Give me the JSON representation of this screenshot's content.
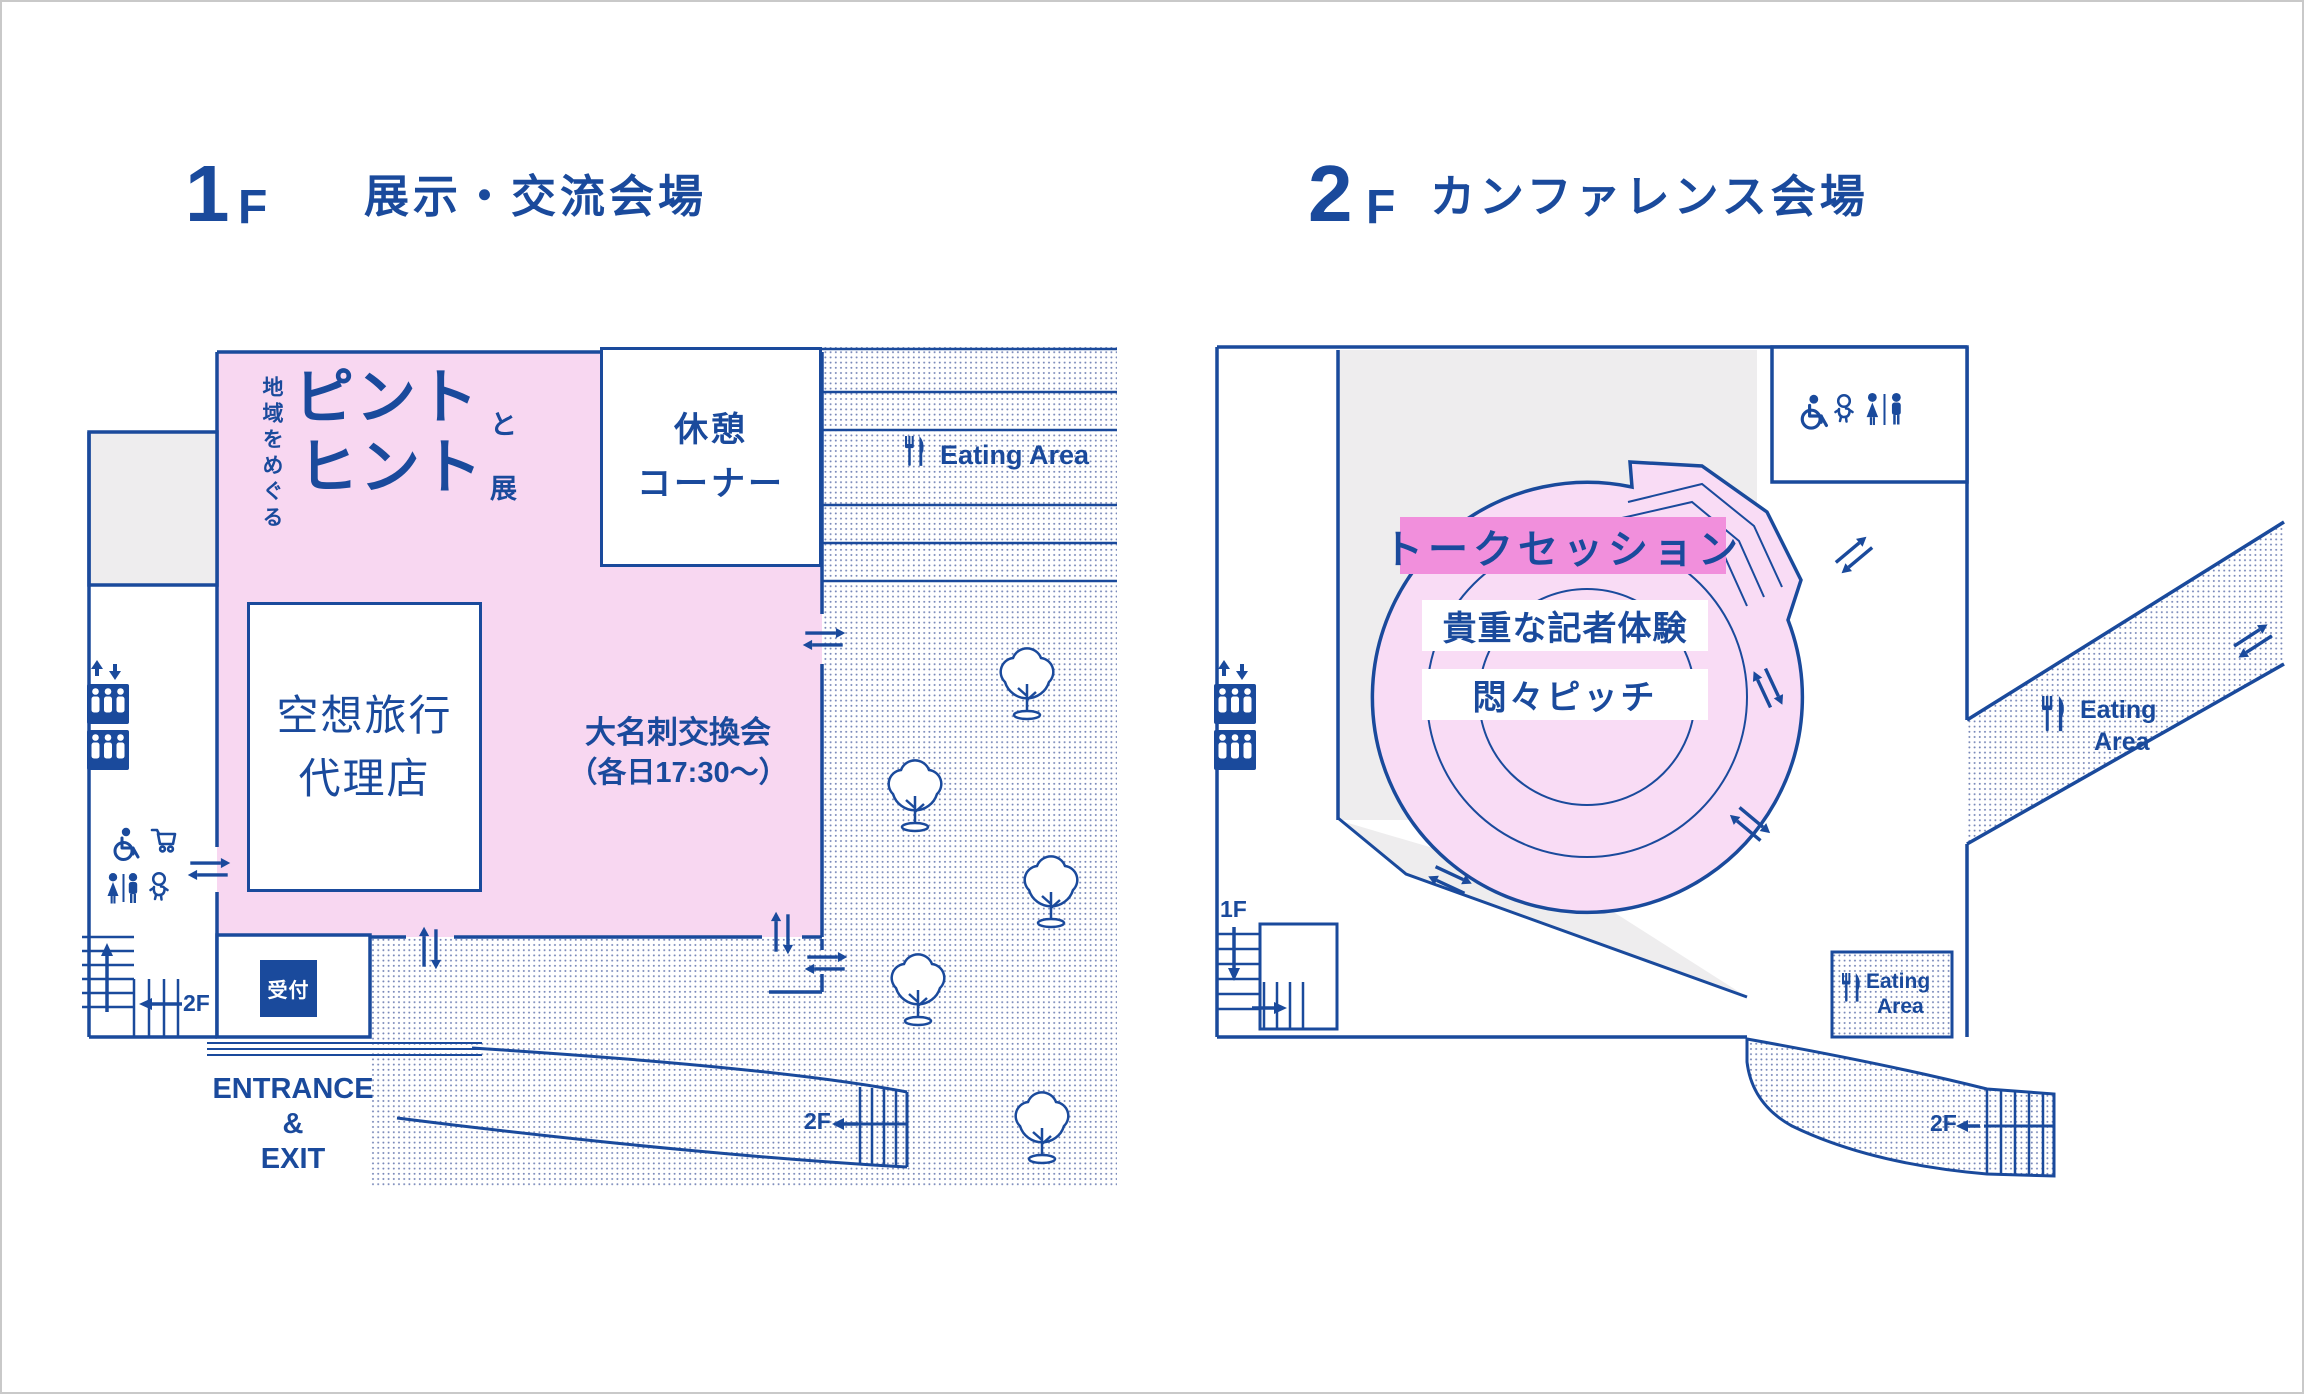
{
  "colors": {
    "blue": "#1a4a9c",
    "pink_hall": "#f8d7f1",
    "pink_arena": "#f9dcf5",
    "pink_highlight": "#f18fdc",
    "gray_zone": "#eeedee"
  },
  "floor1": {
    "number": "1",
    "suffix": "F",
    "name": "展示・交流会場",
    "logo": {
      "tagline": "地域をめぐる",
      "word1": "ピント",
      "conn": "と",
      "word2": "ヒント",
      "suffix": "展"
    },
    "rest_corner": {
      "line1": "休憩",
      "line2": "コーナー"
    },
    "eating_area": "Eating Area",
    "agency": {
      "line1": "空想旅行",
      "line2": "代理店"
    },
    "exchange": {
      "line1": "大名刺交換会",
      "line2": "（各日17:30〜）"
    },
    "reception": "受付",
    "entrance": {
      "line1": "ENTRANCE",
      "line2": "&",
      "line3": "EXIT"
    },
    "stairs_up_label": "2F",
    "outdoor_stairs_label": "2F"
  },
  "floor2": {
    "number": "2",
    "suffix": "F",
    "name": "カンファレンス会場",
    "talk_session": "トークセッション",
    "program1": "貴重な記者体験",
    "program2": "悶々ピッチ",
    "eating_area_right": {
      "line1": "Eating",
      "line2": "Area"
    },
    "eating_area_bottom": {
      "line1": "Eating",
      "line2": "Area"
    },
    "stairs_down_label": "1F",
    "outdoor_stairs_label": "2F"
  },
  "icons": {
    "eating": "fork-knife",
    "elevator": "lift-with-up-down-arrows",
    "accessible": "wheelchair",
    "cart": "stroller-cart",
    "restroom": "woman-man",
    "nursing": "baby",
    "greenery": "tree",
    "two_way_door": "double-arrows"
  }
}
